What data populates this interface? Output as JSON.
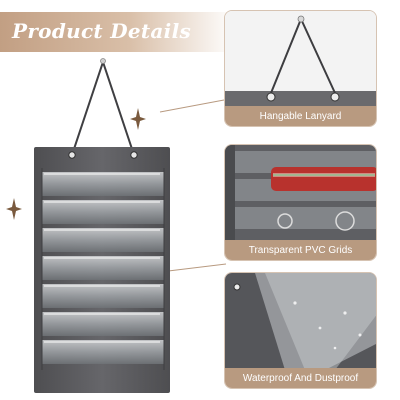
{
  "header": {
    "title": "Product Details"
  },
  "features": [
    {
      "caption": "Hangable Lanyard",
      "icon": "lanyard-closeup-photo"
    },
    {
      "caption": "Transparent PVC Grids",
      "icon": "pvc-grid-closeup-photo"
    },
    {
      "caption": "Waterproof And Dustproof",
      "icon": "fabric-texture-closeup-photo"
    }
  ],
  "colors": {
    "banner": "#c9a88d",
    "caption_bar": "#b89a80",
    "organizer_gray": "#5a5a5d",
    "pocket_clear": "#c7c9cb",
    "sparkle": "#7a5a3e"
  }
}
